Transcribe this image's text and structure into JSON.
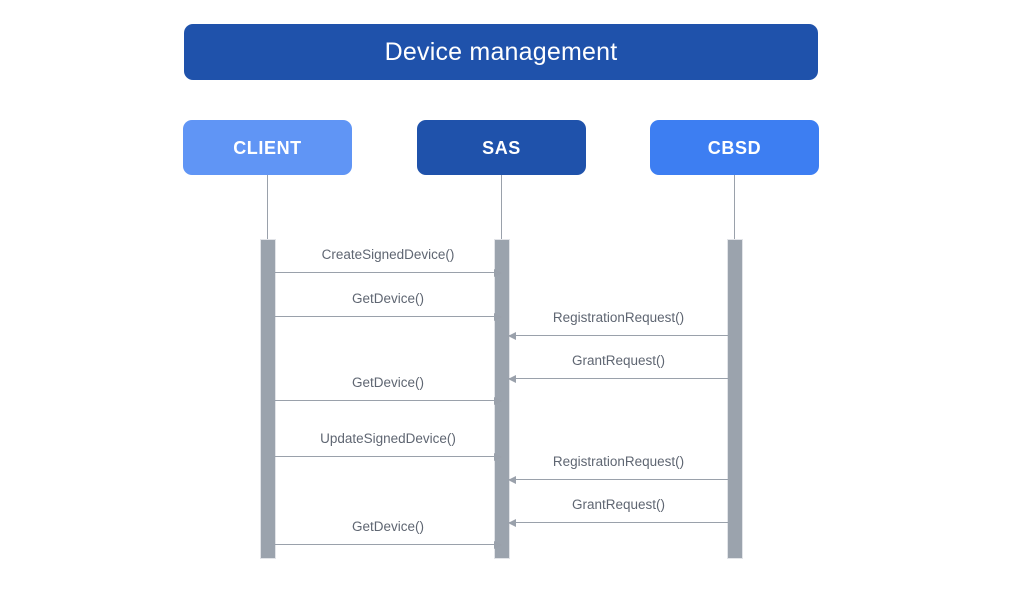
{
  "diagram": {
    "type": "sequence-diagram",
    "title": "Device management",
    "colors": {
      "title_bg": "#1f52ab",
      "client_bg": "#6095f5",
      "sas_bg": "#1f52ab",
      "cbsd_bg": "#3d7ef2",
      "participant_text": "#ffffff",
      "lifeline": "#9aa1ab",
      "activation_bar": "#9ba3ad",
      "message_line": "#9aa1ab",
      "message_text": "#5f6672",
      "background": "#ffffff"
    },
    "participants": [
      {
        "id": "client",
        "label": "CLIENT"
      },
      {
        "id": "sas",
        "label": "SAS"
      },
      {
        "id": "cbsd",
        "label": "CBSD"
      }
    ],
    "messages": [
      {
        "index": 1,
        "label": "CreateSignedDevice()",
        "from": "client",
        "to": "sas",
        "direction": "right"
      },
      {
        "index": 2,
        "label": "GetDevice()",
        "from": "client",
        "to": "sas",
        "direction": "right"
      },
      {
        "index": 3,
        "label": "RegistrationRequest()",
        "from": "cbsd",
        "to": "sas",
        "direction": "left"
      },
      {
        "index": 4,
        "label": "GrantRequest()",
        "from": "cbsd",
        "to": "sas",
        "direction": "left"
      },
      {
        "index": 5,
        "label": "GetDevice()",
        "from": "client",
        "to": "sas",
        "direction": "right"
      },
      {
        "index": 6,
        "label": "UpdateSignedDevice()",
        "from": "client",
        "to": "sas",
        "direction": "right"
      },
      {
        "index": 7,
        "label": "RegistrationRequest()",
        "from": "cbsd",
        "to": "sas",
        "direction": "left"
      },
      {
        "index": 8,
        "label": "GrantRequest()",
        "from": "cbsd",
        "to": "sas",
        "direction": "left"
      },
      {
        "index": 9,
        "label": "GetDevice()",
        "from": "client",
        "to": "sas",
        "direction": "right"
      }
    ]
  }
}
